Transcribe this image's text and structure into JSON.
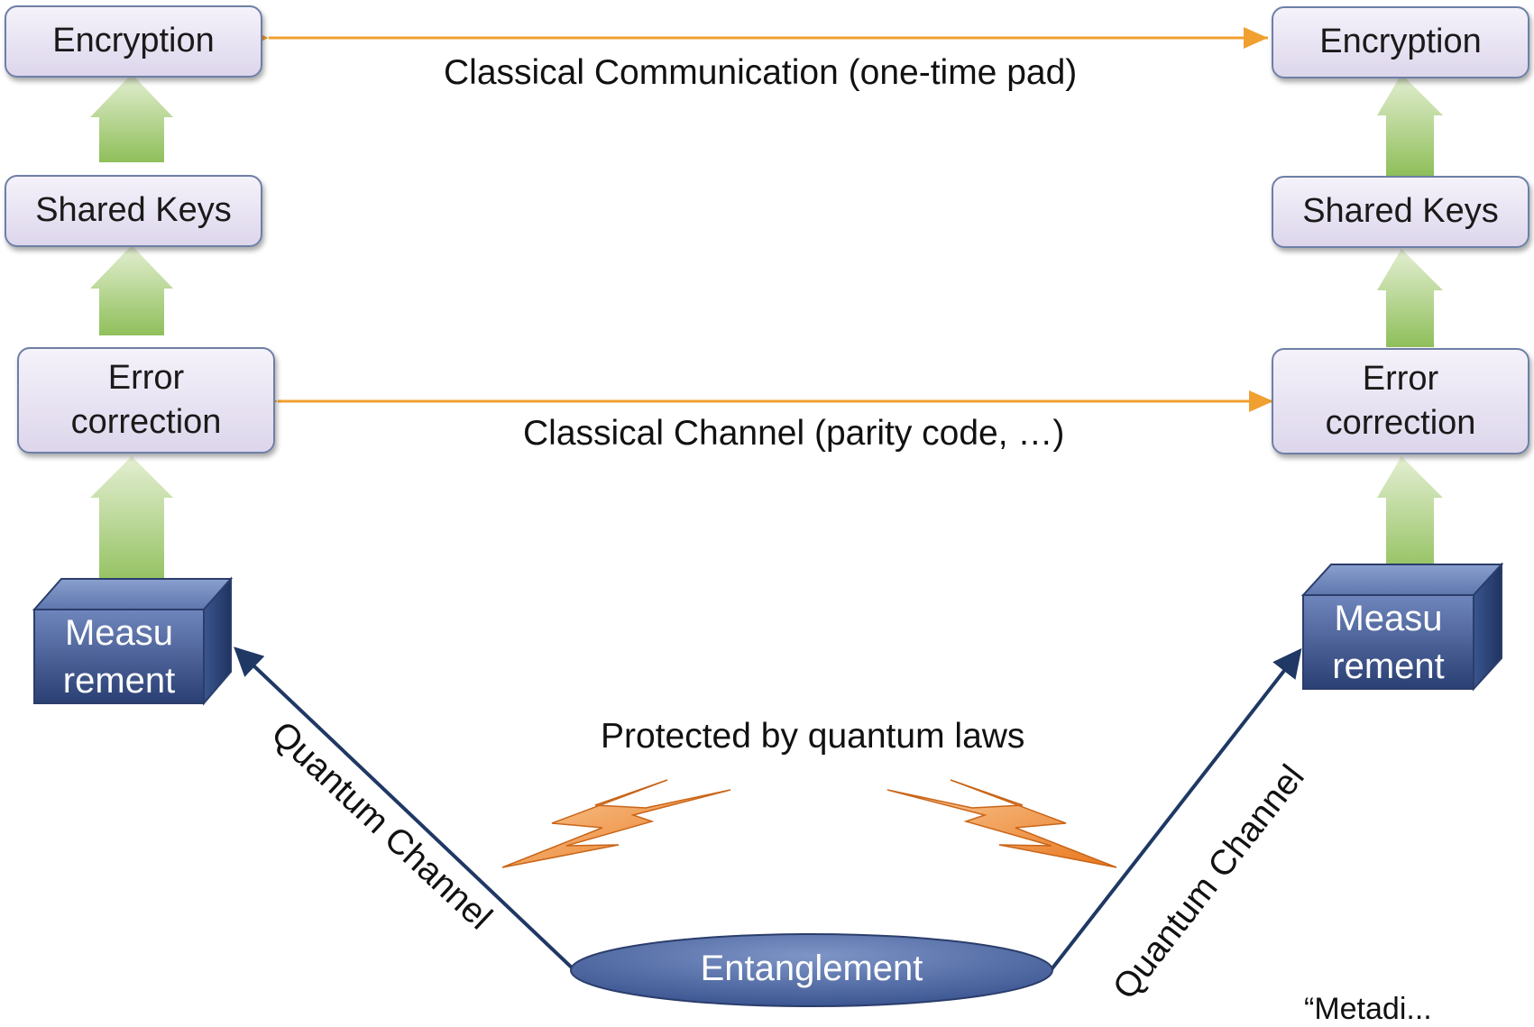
{
  "left": {
    "encryption": "Encryption",
    "shared_keys": "Shared Keys",
    "error_correction_line1": "Error",
    "error_correction_line2": "correction",
    "measurement_line1": "Measu",
    "measurement_line2": "rement",
    "quantum_channel": "Quantum Channel"
  },
  "right": {
    "encryption": "Encryption",
    "shared_keys": "Shared Keys",
    "error_correction_line1": "Error",
    "error_correction_line2": "correction",
    "measurement_line1": "Measu",
    "measurement_line2": "rement",
    "quantum_channel": "Quantum Channel"
  },
  "links": {
    "classical_communication": "Classical Communication (one-time pad)",
    "classical_channel": "Classical Channel (parity code, …)"
  },
  "center": {
    "protected": "Protected by quantum laws",
    "entanglement": "Entanglement"
  },
  "footnote": "“Metadi...",
  "colors": {
    "box_fill_top": "#f5f2fa",
    "box_fill_bottom": "#ddd6ec",
    "box_border": "#6e7fa6",
    "arrow_green": "#a9c97a",
    "link_orange": "#f0a030",
    "cube_blue": "#3d5a94",
    "channel_navy": "#1f3864",
    "bolt_orange": "#f29a3a"
  }
}
